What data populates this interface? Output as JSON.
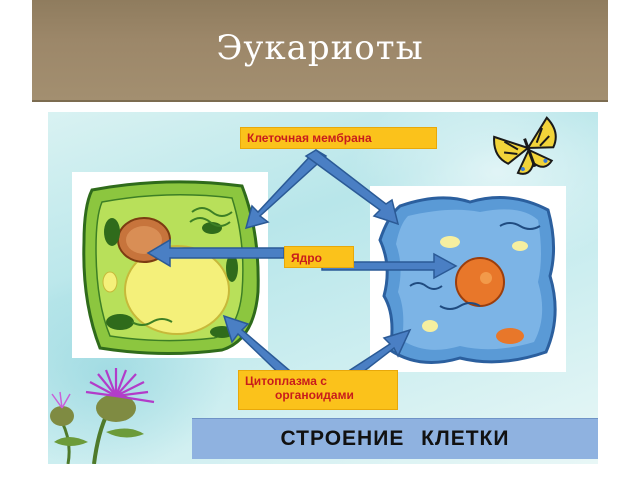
{
  "header": {
    "title": "Эукариоты"
  },
  "slide": {
    "labels": {
      "membrane": "Клеточная мембрана",
      "nucleus": "Ядро",
      "cytoplasm_line1": "Цитоплазма с",
      "cytoplasm_line2": "органоидами"
    },
    "banner": "СТРОЕНИЕ   КЛЕТКИ"
  },
  "colors": {
    "title_bar": "#9c8769",
    "label_bg": "#fbc21b",
    "label_text": "#c81c1c",
    "banner_bg": "#8fb2e0",
    "arrow_blue": "#4a7fc4",
    "plant_cell": "#8cc63f",
    "animal_cell": "#5a9ad6"
  },
  "icons": [
    "butterfly-icon",
    "thistle-flower-icon"
  ]
}
